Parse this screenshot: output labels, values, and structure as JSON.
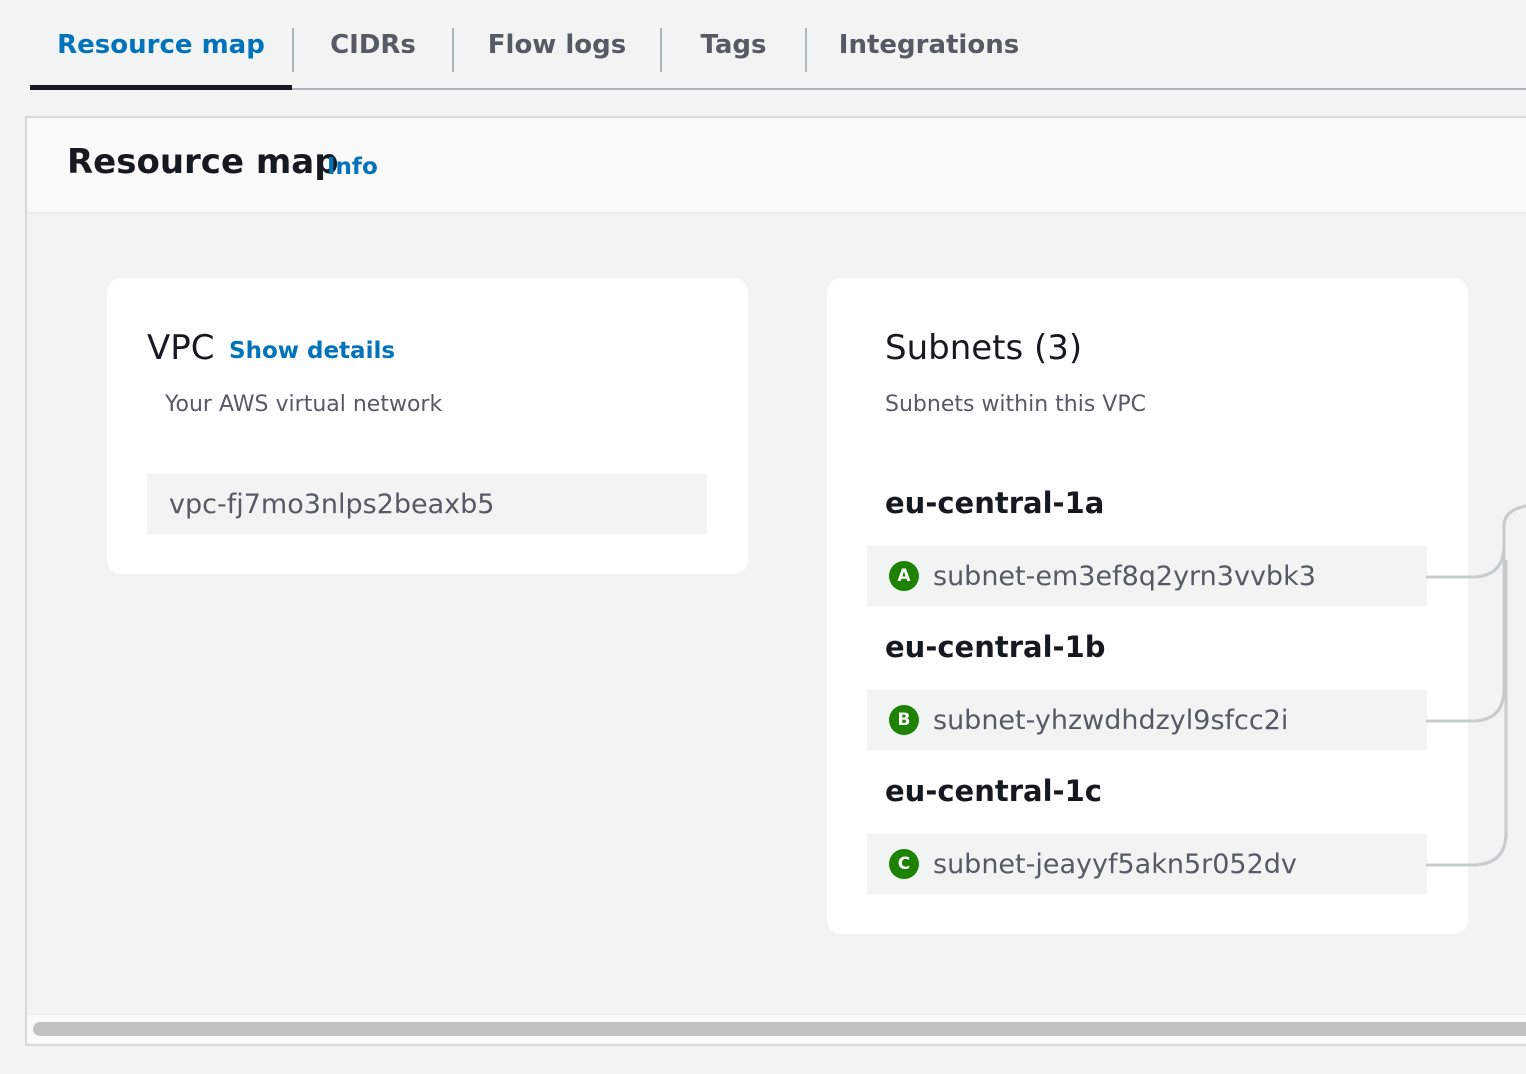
{
  "tabs": [
    {
      "label": "Resource map",
      "active": true
    },
    {
      "label": "CIDRs",
      "active": false
    },
    {
      "label": "Flow logs",
      "active": false
    },
    {
      "label": "Tags",
      "active": false
    },
    {
      "label": "Integrations",
      "active": false
    }
  ],
  "panel": {
    "title": "Resource map",
    "info_label": "Info"
  },
  "vpc": {
    "title": "VPC",
    "details_link": "Show details",
    "description": "Your AWS virtual network",
    "id": "vpc-fj7mo3nlps2beaxb5"
  },
  "subnets": {
    "title": "Subnets (3)",
    "description": "Subnets within this VPC",
    "zones": [
      {
        "az": "eu-central-1a",
        "badge": "A",
        "subnet_id": "subnet-em3ef8q2yrn3vvbk3"
      },
      {
        "az": "eu-central-1b",
        "badge": "B",
        "subnet_id": "subnet-yhzwdhdzyl9sfcc2i"
      },
      {
        "az": "eu-central-1c",
        "badge": "C",
        "subnet_id": "subnet-jeayyf5akn5r052dv"
      }
    ]
  },
  "colors": {
    "accent_link": "#0073bb",
    "badge_green": "#1d8102",
    "connector": "#aab7b8"
  }
}
